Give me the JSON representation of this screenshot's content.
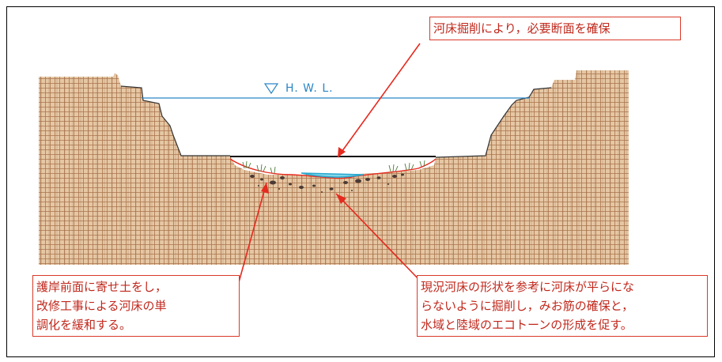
{
  "hwl": {
    "label": "H. W. L."
  },
  "callouts": {
    "top": {
      "lines": [
        "河床掘削により，必要断面を確保"
      ]
    },
    "left": {
      "lines": [
        "護岸前面に寄せ土をし，",
        "改修工事による河床の単",
        "調化を緩和する。"
      ]
    },
    "right": {
      "lines": [
        "現況河床の形状を参考に河床が平らにな",
        "らないように掘削し，みお筋の確保と，",
        "水域と陸域のエコトーンの形成を促す。"
      ]
    }
  },
  "colors": {
    "soil": "#e6c7a4",
    "soil_grid": "#a36b43",
    "water_line": "#2a86c6",
    "callout_border": "#d93a2a",
    "arrow": "#e52a1f"
  }
}
